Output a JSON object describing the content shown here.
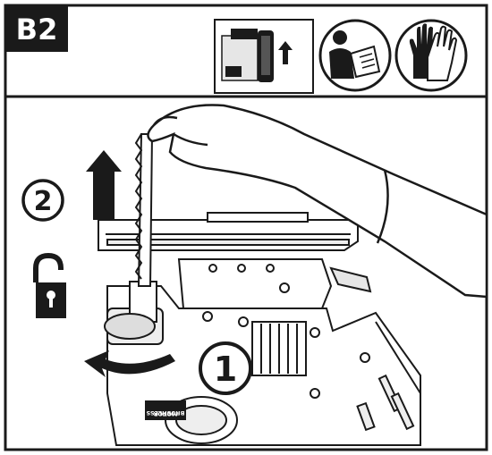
{
  "step": {
    "label": "B2"
  },
  "callouts": {
    "step_one": "1",
    "step_two": "2"
  },
  "icons": {
    "battery": "battery-insert-icon",
    "manual": "read-manual-icon",
    "gloves": "wear-gloves-icon",
    "unlock": "unlock-padlock-icon",
    "arrow_up": "arrow-up-icon",
    "arrow_rotate": "curved-rotate-arrow-icon"
  },
  "motor_badge": {
    "line1": "BRUSHLESS",
    "line2": "MOTOR"
  },
  "colors": {
    "ink": "#1a1a1a",
    "paper": "#ffffff",
    "gray": "#d0d0d0"
  }
}
